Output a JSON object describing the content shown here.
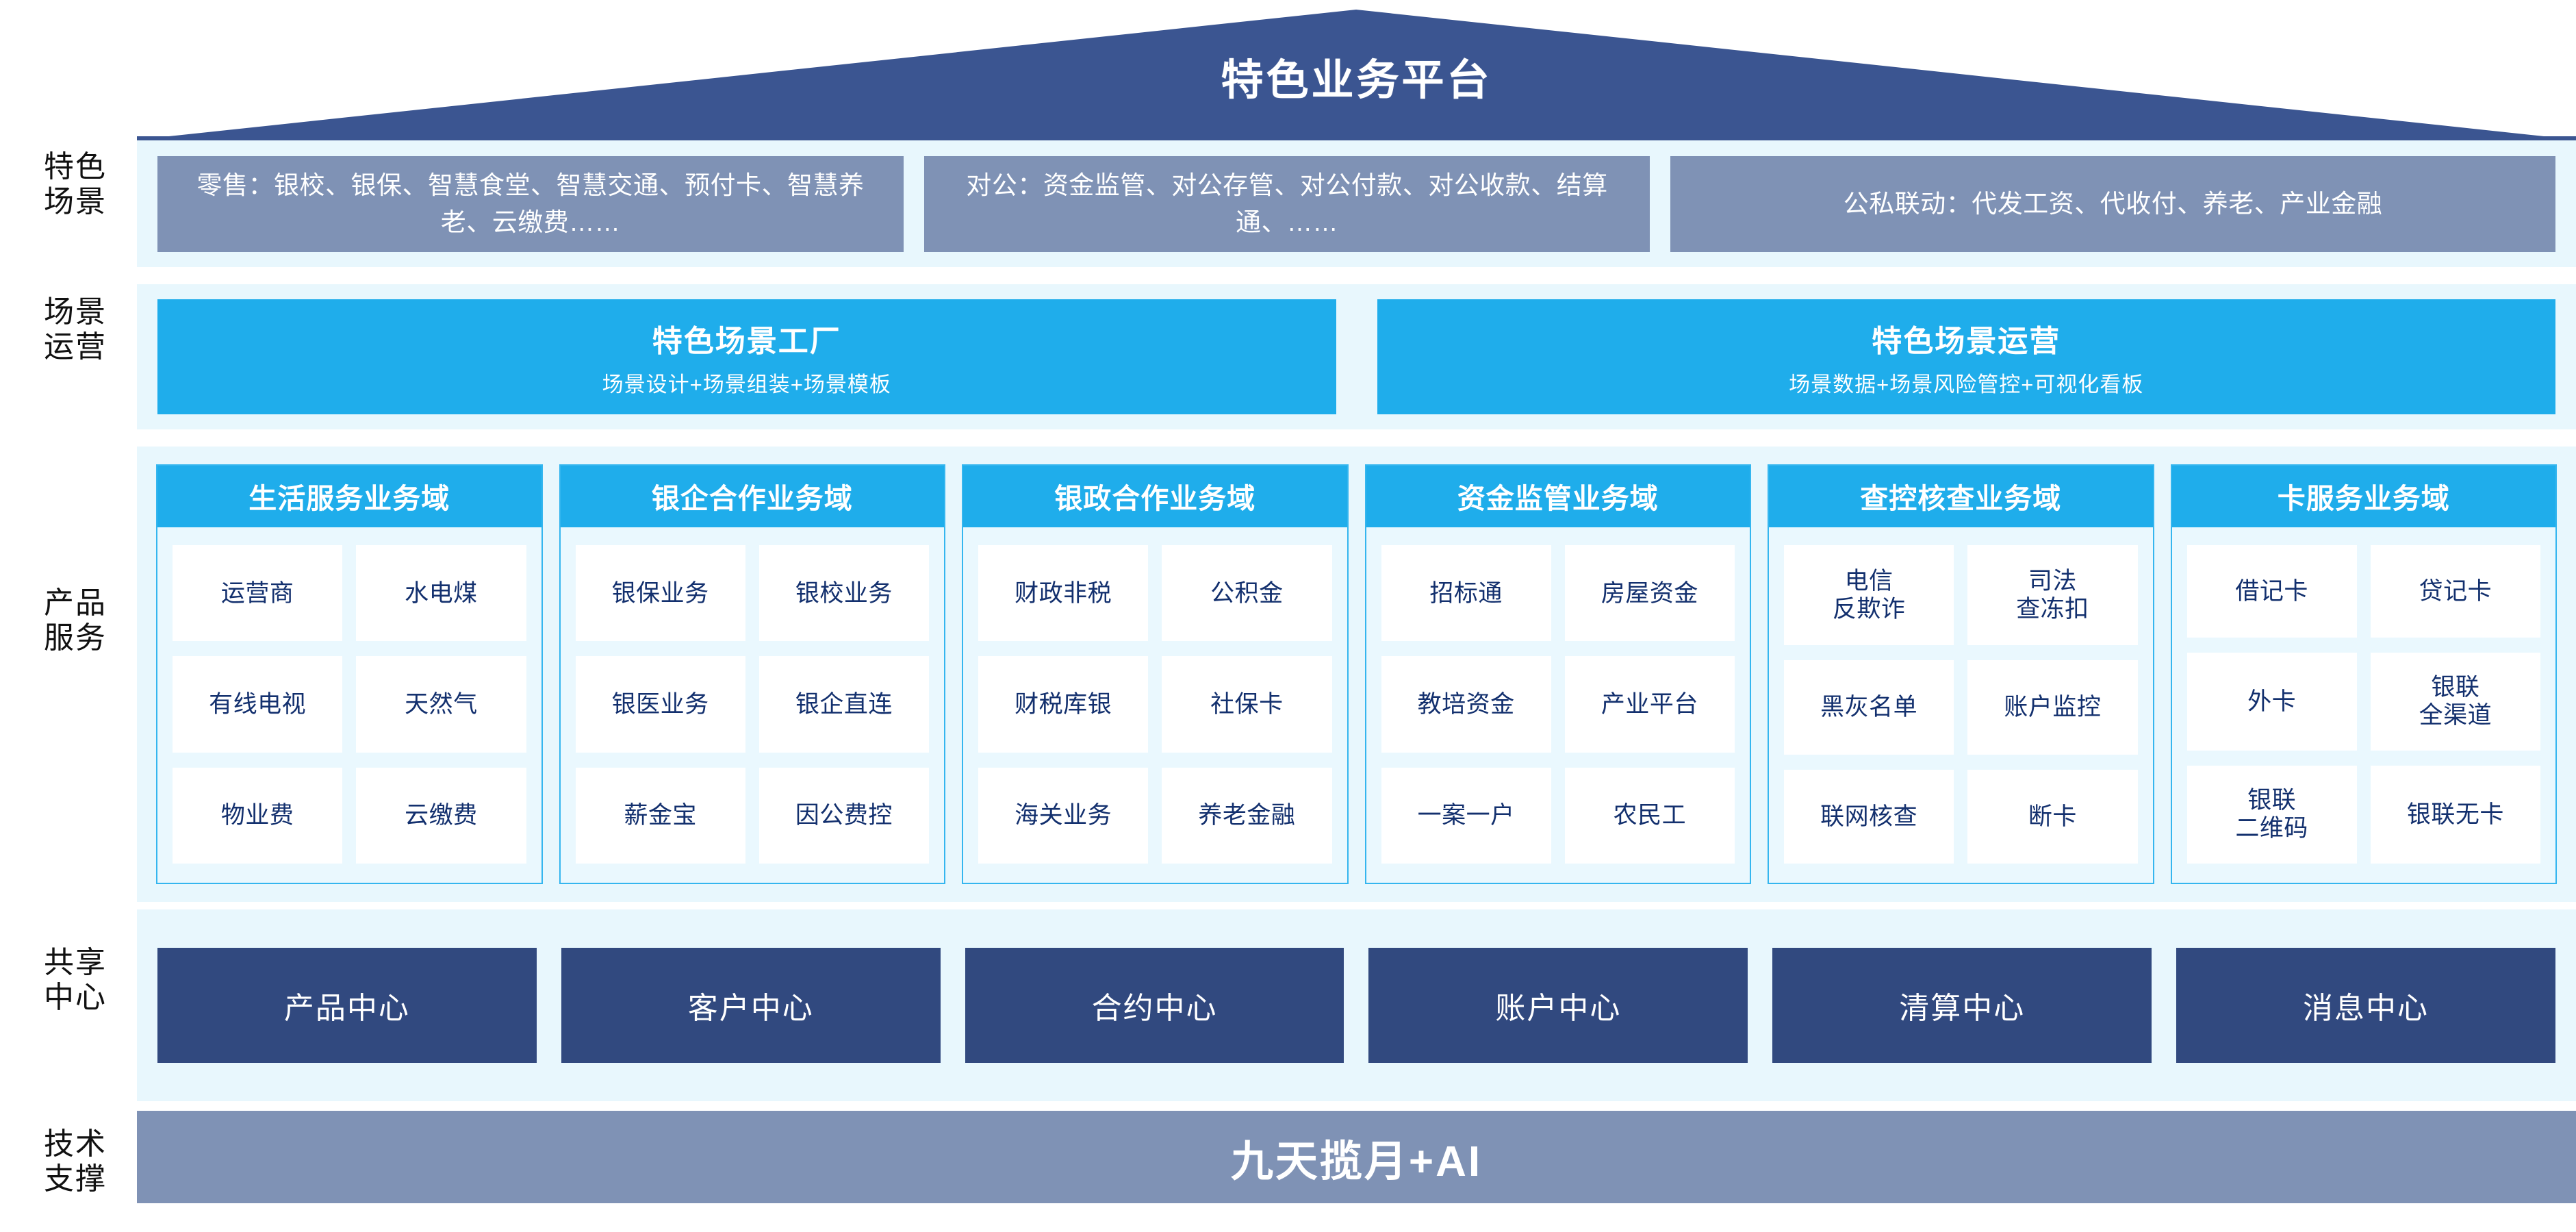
{
  "header": {
    "title": "特色业务平台",
    "banner_color": "#3b5591"
  },
  "rails": {
    "scenario": "特色\n场景",
    "operation": "场景\n运营",
    "product": "产品\n服务",
    "shared": "共享\n中心",
    "tech": "技术\n支撑"
  },
  "scenario_row": {
    "boxes": [
      {
        "text": "零售：银校、银保、智慧食堂、智慧交通、预付卡、智慧养老、云缴费……"
      },
      {
        "text": "对公：资金监管、对公存管、对公付款、对公收款、结算通、……"
      },
      {
        "text": "公私联动：代发工资、代收付、养老、产业金融"
      }
    ],
    "box_color": "#7f92b5"
  },
  "operation_row": {
    "boxes": [
      {
        "title": "特色场景工厂",
        "subtitle": "场景设计+场景组装+场景模板"
      },
      {
        "title": "特色场景运营",
        "subtitle": "场景数据+场景风险管控+可视化看板"
      }
    ],
    "box_color": "#1fadeb"
  },
  "product_row": {
    "domains": [
      {
        "title": "生活服务业务域",
        "items": [
          "运营商",
          "水电煤",
          "有线电视",
          "天然气",
          "物业费",
          "云缴费"
        ]
      },
      {
        "title": "银企合作业务域",
        "items": [
          "银保业务",
          "银校业务",
          "银医业务",
          "银企直连",
          "薪金宝",
          "因公费控"
        ]
      },
      {
        "title": "银政合作业务域",
        "items": [
          "财政非税",
          "公积金",
          "财税库银",
          "社保卡",
          "海关业务",
          "养老金融"
        ]
      },
      {
        "title": "资金监管业务域",
        "items": [
          "招标通",
          "房屋资金",
          "教培资金",
          "产业平台",
          "一案一户",
          "农民工"
        ]
      },
      {
        "title": "查控核查业务域",
        "items": [
          "电信\n反欺诈",
          "司法\n查冻扣",
          "黑灰名单",
          "账户监控",
          "联网核查",
          "断卡"
        ]
      },
      {
        "title": "卡服务业务域",
        "items": [
          "借记卡",
          "贷记卡",
          "外卡",
          "银联\n全渠道",
          "银联\n二维码",
          "银联无卡"
        ]
      }
    ],
    "head_color": "#1fadeb",
    "chip_text_color": "#13306e"
  },
  "shared_row": {
    "boxes": [
      "产品中心",
      "客户中心",
      "合约中心",
      "账户中心",
      "清算中心",
      "消息中心"
    ],
    "box_color": "#31497f"
  },
  "tech_row": {
    "text": "九天揽月+AI",
    "bar_color": "#7f92b5"
  }
}
